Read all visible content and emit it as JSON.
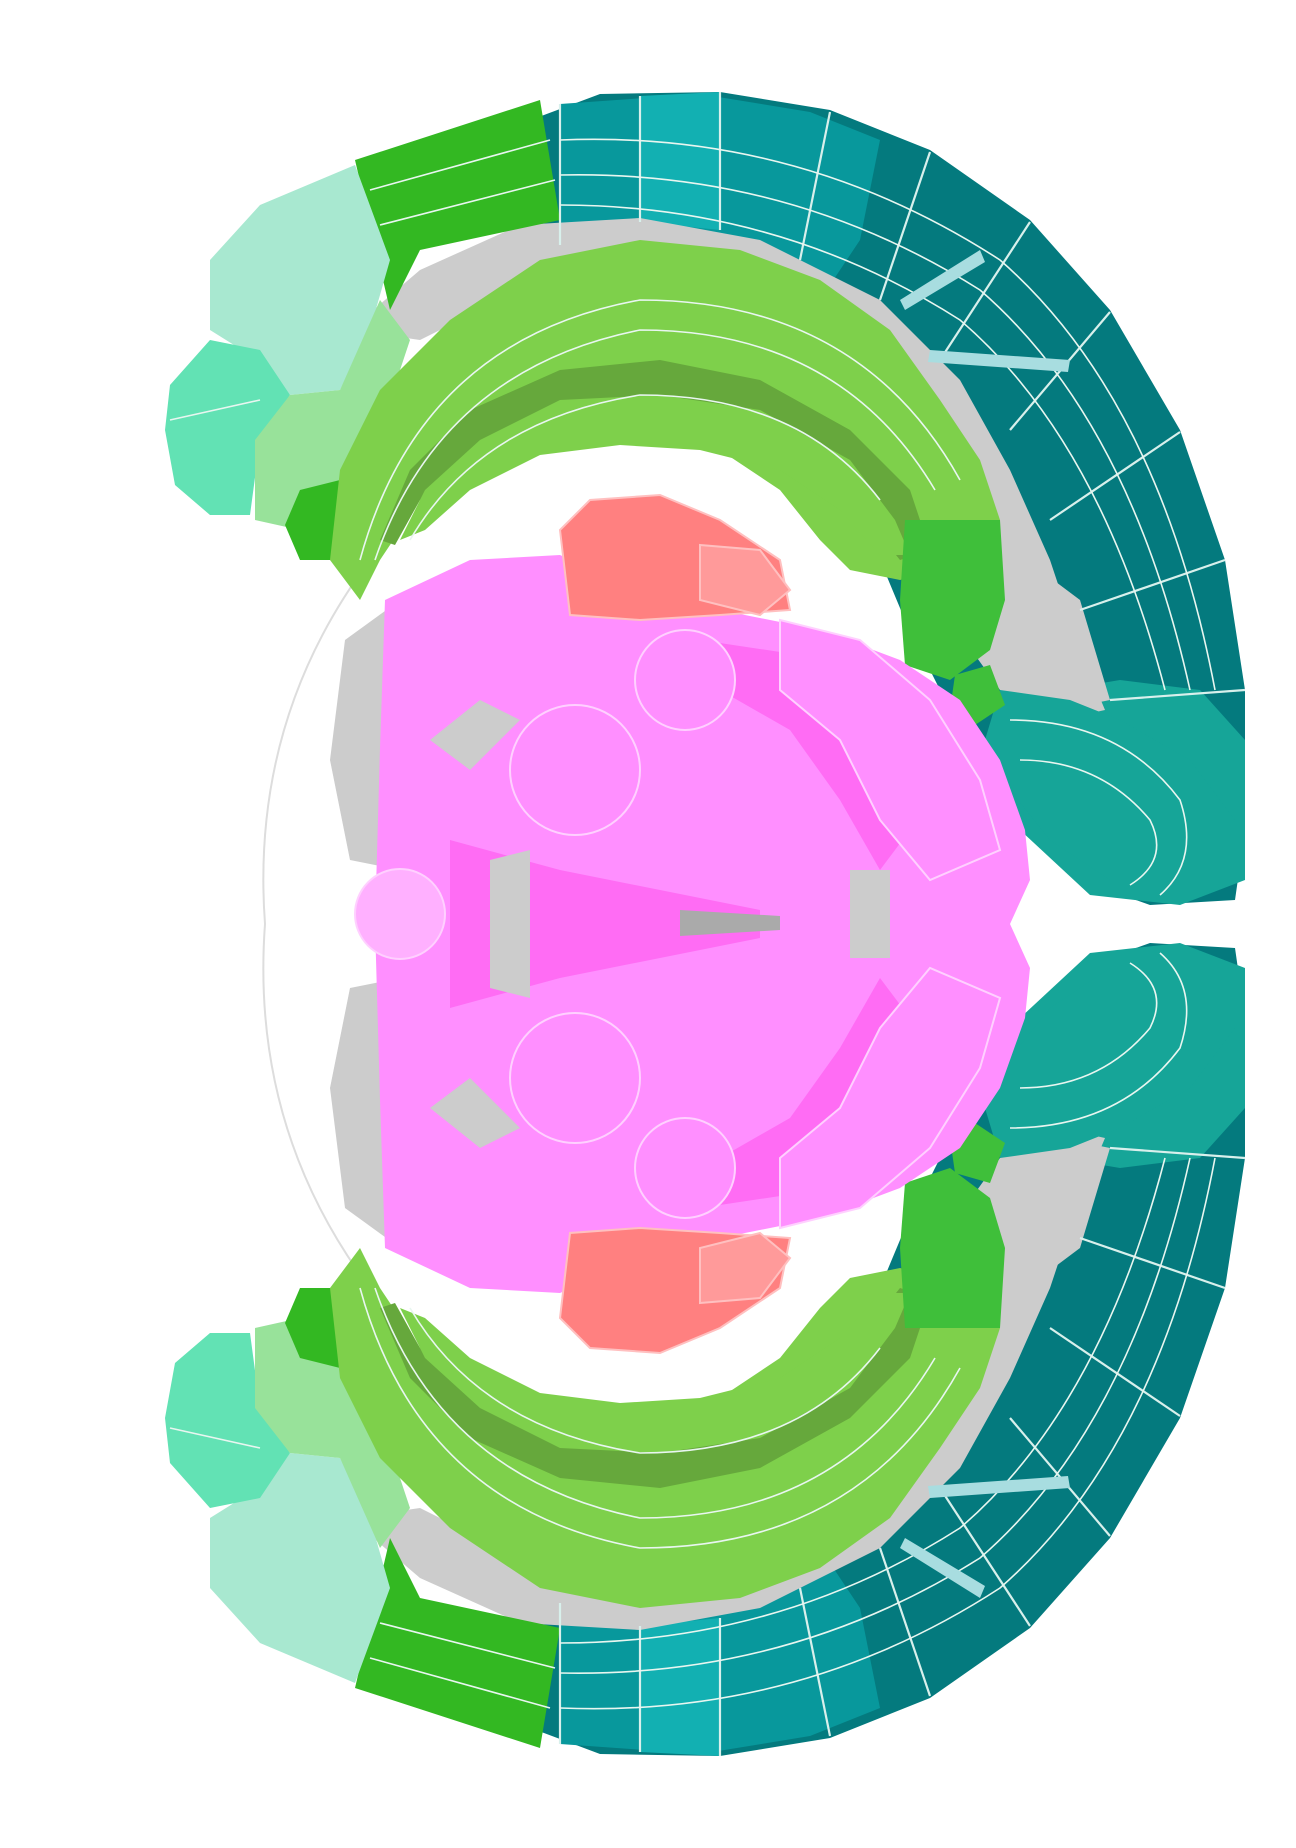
{
  "figure": {
    "kind": "coronal brain atlas section, rotated 90 degrees, mirrored hemispheres",
    "background": "#ffffff"
  },
  "colors": {
    "isocortex_dark": "#047a7e",
    "isocortex_mid": "#08989c",
    "isocortex_light": "#12b0b2",
    "isocortex_teal": "#16a598",
    "cortical_green": "#33b822",
    "cortical_green_alt": "#3fbf3a",
    "olfactory_mint": "#62e2b4",
    "olfactory_pale": "#a8e8d0",
    "hippocampus": "#7ed04b",
    "hippocampus_dark": "#66a83c",
    "light_green": "#98e29a",
    "striatum_pink": "#ff8fff",
    "striatum_magenta": "#ff6cf4",
    "striatum_pale": "#ffb0ff",
    "thalamus_red": "#ff8080",
    "thalamus_pale": "#ff9a9a",
    "fiber_tracts": "#cccccc",
    "boundary": "#d8f0ec"
  },
  "regions": [
    {
      "name": "isocortex",
      "color_key": "isocortex_dark"
    },
    {
      "name": "hippocampal-formation",
      "color_key": "hippocampus"
    },
    {
      "name": "olfactory-areas",
      "color_key": "olfactory_mint"
    },
    {
      "name": "cortical-subplate",
      "color_key": "cortical_green"
    },
    {
      "name": "striatum",
      "color_key": "striatum_pink"
    },
    {
      "name": "thalamus",
      "color_key": "thalamus_red"
    },
    {
      "name": "fiber-tracts",
      "color_key": "fiber_tracts"
    }
  ]
}
